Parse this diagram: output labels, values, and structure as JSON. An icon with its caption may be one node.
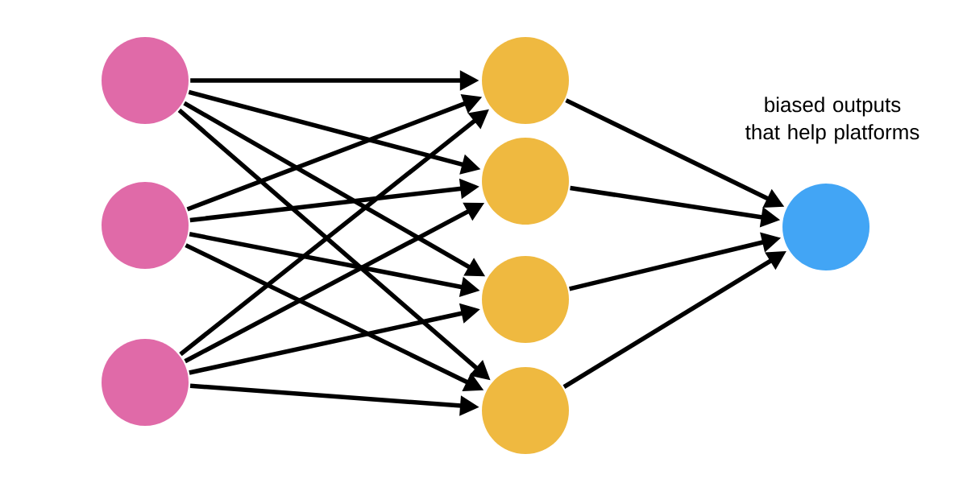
{
  "diagram": {
    "nodes": [
      {
        "text": [],
        "shape": "circle"
      },
      {
        "text": [],
        "shape": "circle"
      },
      {
        "text": [],
        "shape": "circle"
      },
      {
        "text": [],
        "shape": "circle"
      },
      {
        "text": [],
        "shape": "circle"
      },
      {
        "text": [],
        "shape": "circle"
      },
      {
        "text": [],
        "shape": "circle"
      },
      {
        "text": [],
        "shape": "circle",
        "beside": [
          "biased outputs that help platforms"
        ]
      }
    ],
    "edges": [
      {
        "from": 0,
        "to": 3,
        "arrow": "to"
      },
      {
        "from": 0,
        "to": 4,
        "arrow": "to"
      },
      {
        "from": 0,
        "to": 5,
        "arrow": "to"
      },
      {
        "from": 0,
        "to": 6,
        "arrow": "to"
      },
      {
        "from": 1,
        "to": 3,
        "arrow": "to"
      },
      {
        "from": 1,
        "to": 4,
        "arrow": "to"
      },
      {
        "from": 1,
        "to": 5,
        "arrow": "to"
      },
      {
        "from": 1,
        "to": 6,
        "arrow": "to"
      },
      {
        "from": 2,
        "to": 3,
        "arrow": "to"
      },
      {
        "from": 2,
        "to": 4,
        "arrow": "to"
      },
      {
        "from": 2,
        "to": 5,
        "arrow": "to"
      },
      {
        "from": 2,
        "to": 6,
        "arrow": "to"
      },
      {
        "from": 3,
        "to": 7,
        "arrow": "to"
      },
      {
        "from": 4,
        "to": 7,
        "arrow": "to"
      },
      {
        "from": 5,
        "to": 7,
        "arrow": "to"
      },
      {
        "from": 6,
        "to": 7,
        "arrow": "to"
      }
    ]
  }
}
